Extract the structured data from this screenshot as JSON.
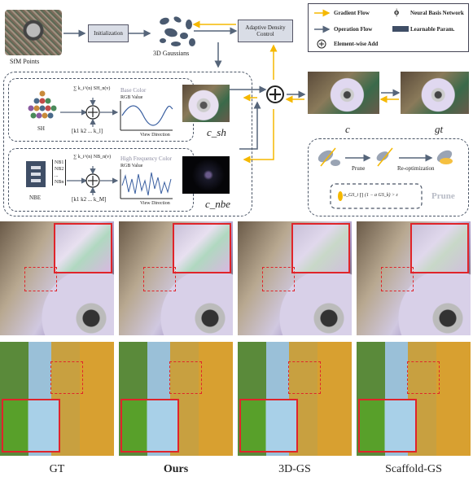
{
  "pipeline": {
    "sfm_label": "SfM Points",
    "initialization_label": "Initialization",
    "gaussians_label": "3D Gaussians",
    "adc_label": "Adaptive Density Control",
    "sh_label": "SH",
    "nbe_label": "NBE",
    "sh_formula": "∑ k_i^(n) SH_n(v)",
    "nbe_formula": "∑ k_i^(n) NB_n(v)",
    "sh_k_vector": "[k1  k2  ...  k_l]",
    "nbe_k_vector": "[k1  k2  ...  k_M]",
    "nb_items": [
      "NB1",
      "NB2",
      "...",
      "NBn"
    ],
    "base_color_title": "Base Color",
    "high_freq_title": "High Frequency Color",
    "rgb_value": "RGB Value",
    "view_direction": "View Direction",
    "c_sh": "c_sh",
    "c_nbe": "c_nbe",
    "c_label": "c",
    "gt_label": "gt",
    "prune_label": "Prune",
    "reopt_label": "Re-optimization",
    "prune_big": "Prune",
    "prune_formula": "a_GS_i ∏ (1 − a GS_k) > ε"
  },
  "legend": {
    "gradient_flow": "Gradient Flow",
    "operation_flow": "Operation Flow",
    "element_add": "Element-wise Add",
    "neural_basis": "Neural Basis Network",
    "learnable_param": "Learnable Param.",
    "phi": "ϕ",
    "colors": {
      "gradient": "#f5b800",
      "operation": "#56657a",
      "learnable": "#3f4e66"
    }
  },
  "comparison": {
    "columns": [
      "GT",
      "Ours",
      "3D-GS",
      "Scaffold-GS"
    ],
    "highlight_color": "#e0242a"
  }
}
